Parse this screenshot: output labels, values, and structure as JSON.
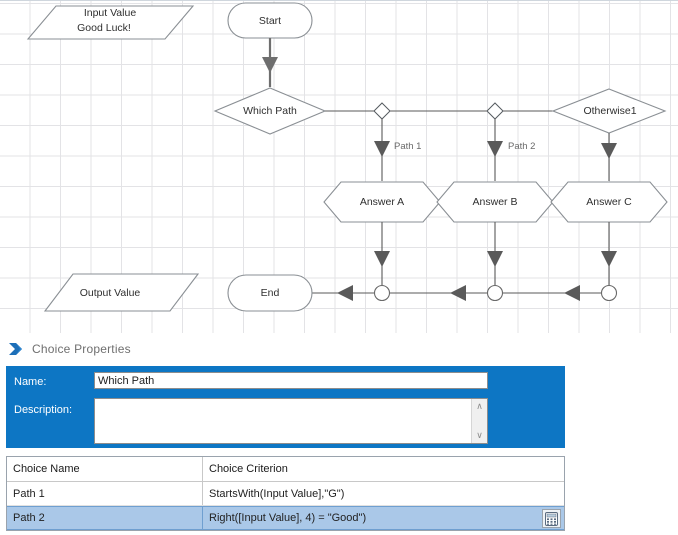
{
  "diagram": {
    "nodes": [
      {
        "id": "input-value",
        "label_line1": "Input Value",
        "label_line2": "Good Luck!",
        "shape": "parallelogram"
      },
      {
        "id": "start",
        "label": "Start",
        "shape": "terminator"
      },
      {
        "id": "which-path",
        "label": "Which Path",
        "shape": "decision"
      },
      {
        "id": "otherwise1",
        "label": "Otherwise1",
        "shape": "decision"
      },
      {
        "id": "answer-a",
        "label": "Answer A",
        "shape": "preparation"
      },
      {
        "id": "answer-b",
        "label": "Answer B",
        "shape": "preparation"
      },
      {
        "id": "answer-c",
        "label": "Answer C",
        "shape": "preparation"
      },
      {
        "id": "output-value",
        "label": "Output Value",
        "shape": "parallelogram"
      },
      {
        "id": "end",
        "label": "End",
        "shape": "terminator"
      }
    ],
    "edge_labels": [
      {
        "id": "path-1",
        "label": "Path 1"
      },
      {
        "id": "path-2",
        "label": "Path 2"
      }
    ],
    "colors": {
      "grid_line": "#e3e3e6",
      "shape_stroke": "#8a8f94",
      "connector": "#5a5a5a",
      "canvas_background": "#ffffff"
    }
  },
  "properties_header": {
    "title": "Choice Properties",
    "icon": "choice-flag-icon"
  },
  "form": {
    "accent_color": "#0d76c4",
    "name": {
      "label": "Name:",
      "value": "Which Path",
      "placeholder": ""
    },
    "description": {
      "label": "Description:",
      "value": "",
      "placeholder": ""
    },
    "scrollbar": {
      "up_glyph": "∧",
      "down_glyph": "∨"
    }
  },
  "choices_grid": {
    "columns": [
      "Choice Name",
      "Choice Criterion"
    ],
    "rows": [
      {
        "name": "Path 1",
        "criterion": "StartsWith(Input Value],\"G\")",
        "selected": false,
        "has_expression_button": false
      },
      {
        "name": "Path 2",
        "criterion": "Right([Input Value], 4) = \"Good\")",
        "selected": true,
        "has_expression_button": true,
        "expression_button_icon": "calculator-icon"
      }
    ],
    "selection_color": "#aac8e8"
  }
}
